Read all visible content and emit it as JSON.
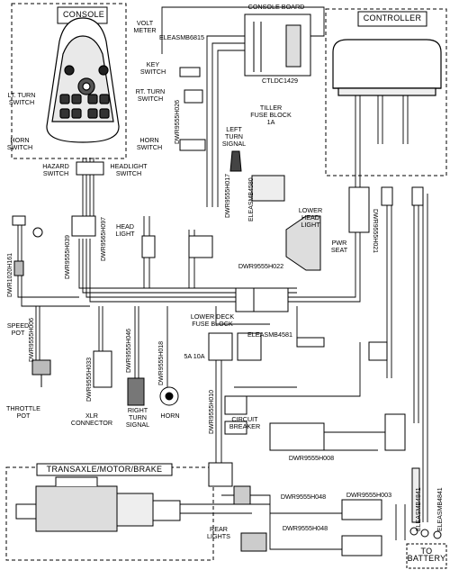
{
  "boxes": {
    "console": "CONSOLE",
    "controller": "CONTROLLER",
    "transaxle": "TRANSAXLE/MOTOR/BRAKE",
    "battery": "TO\nBATTERY"
  },
  "labels": {
    "console_board": "CONSOLE BOARD",
    "ctldc": "CTLDC1429",
    "volt_meter": "VOLT\nMETER",
    "eleasmb6815": "ELEASMB6815",
    "key_switch": "KEY\nSWITCH",
    "rt_turn_switch": "RT. TURN\nSWITCH",
    "lt_turn_switch": "LT. TURN\nSWITCH",
    "horn_switch_left": "HORN\nSWITCH",
    "horn_switch_right": "HORN\nSWITCH",
    "hazard_switch": "HAZARD\nSWITCH",
    "headlight_switch": "HEADLIGHT\nSWITCH",
    "left_turn_signal": "LEFT\nTURN\nSIGNAL",
    "tiller_fuse_block": "TILLER\nFUSE BLOCK\n1A",
    "lower_head_light": "LOWER\nHEAD\nLIGHT",
    "pwr_seat": "PWR\nSEAT",
    "head_light": "HEAD\nLIGHT",
    "speed_pot": "SPEED\nPOT",
    "throttle_pot": "THROTTLE\nPOT",
    "xlr_connector": "XLR\nCONNECTOR",
    "right_turn_signal": "RIGHT\nTURN\nSIGNAL",
    "horn": "HORN",
    "lower_deck_fuse_block": "LOWER DECK\nFUSE BLOCK",
    "eleasmb4581": "ELEASMB4581",
    "fuse_5a_10a": "5A 10A",
    "circuit_breaker": "CIRCUIT\nBREAKER",
    "dwr9555h008": "DWR9555H008",
    "dwr9555h022": "DWR9555H022",
    "dwr9555h048_a": "DWR9555H048",
    "dwr9555h048_b": "DWR9555H048",
    "dwr9555h003": "DWR9555H003",
    "rear_lights": "REAR\nLIGHTS"
  },
  "vertical_labels": {
    "dwr9555h026": "DWR9555H026",
    "dwr9555h017": "DWR9555H017",
    "eleasmb4580": "ELEASMB4580",
    "dwr9555h021": "DWR9555H021",
    "dwr1020h161": "DWR1020H161",
    "dwr9555h039": "DWR9555H039",
    "dwr9565h097": "DWR9565H097",
    "dwr9555h006": "DWR9555H006",
    "dwr9555h033": "DWR9555H033",
    "dwr9555h046": "DWR9555H046",
    "dwr9555h018": "DWR9555H018",
    "dwr9555h010": "DWR9555H010",
    "eleasmb4841_a": "ELEASMB4841",
    "eleasmb4841_b": "ELEASMB4841"
  }
}
